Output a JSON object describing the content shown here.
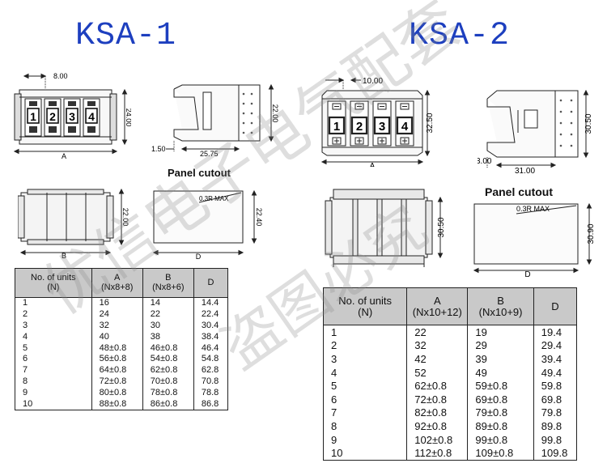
{
  "left": {
    "title": "KSA-1",
    "dims": {
      "pitch": "8.00",
      "height": "24.00",
      "overall": "A",
      "plate_h": "22.00",
      "plate_w": "1.50",
      "body_len": "25.75",
      "side_h": "22.00",
      "bottom_w": "B"
    },
    "digits": [
      "1",
      "2",
      "3",
      "4"
    ],
    "panel": {
      "title": "Panel cutout",
      "radius": "0.3R  MAX",
      "height": "22.40",
      "width": "D"
    },
    "table": {
      "headers": [
        {
          "line1": "No. of units",
          "line2": "(N)"
        },
        {
          "line1": "A",
          "line2": "(Nx8+8)"
        },
        {
          "line1": "B",
          "line2": "(Nx8+6)"
        },
        {
          "line1": "D",
          "line2": ""
        }
      ],
      "rows": [
        [
          "1",
          "16",
          "14",
          "14.4"
        ],
        [
          "2",
          "24",
          "22",
          "22.4"
        ],
        [
          "3",
          "32",
          "30",
          "30.4"
        ],
        [
          "4",
          "40",
          "38",
          "38.4"
        ],
        [
          "5",
          "48±0.8",
          "46±0.8",
          "46.4"
        ],
        [
          "6",
          "56±0.8",
          "54±0.8",
          "54.8"
        ],
        [
          "7",
          "64±0.8",
          "62±0.8",
          "62.8"
        ],
        [
          "8",
          "72±0.8",
          "70±0.8",
          "70.8"
        ],
        [
          "9",
          "80±0.8",
          "78±0.8",
          "78.8"
        ],
        [
          "10",
          "88±0.8",
          "86±0.8",
          "86.8"
        ]
      ]
    }
  },
  "right": {
    "title": "KSA-2",
    "dims": {
      "pitch": "10.00",
      "height": "32.50",
      "overall": "A",
      "side_h": "30.50",
      "plate_w": "3.00",
      "body_len": "31.00",
      "bottom_h": "30.50"
    },
    "digits": [
      "1",
      "2",
      "3",
      "4"
    ],
    "panel": {
      "title": "Panel cutout",
      "radius": "0.3R  MAX",
      "height": "30.90",
      "width": "D"
    },
    "table": {
      "headers": [
        {
          "line1": "No. of units",
          "line2": "(N)"
        },
        {
          "line1": "A",
          "line2": "(Nx10+12)"
        },
        {
          "line1": "B",
          "line2": "(Nx10+9)"
        },
        {
          "line1": "D",
          "line2": ""
        }
      ],
      "rows": [
        [
          "1",
          "22",
          "19",
          "19.4"
        ],
        [
          "2",
          "32",
          "29",
          "29.4"
        ],
        [
          "3",
          "42",
          "39",
          "39.4"
        ],
        [
          "4",
          "52",
          "49",
          "49.4"
        ],
        [
          "5",
          "62±0.8",
          "59±0.8",
          "59.8"
        ],
        [
          "6",
          "72±0.8",
          "69±0.8",
          "69.8"
        ],
        [
          "7",
          "82±0.8",
          "79±0.8",
          "79.8"
        ],
        [
          "8",
          "92±0.8",
          "89±0.8",
          "89.8"
        ],
        [
          "9",
          "102±0.8",
          "99±0.8",
          "99.8"
        ],
        [
          "10",
          "112±0.8",
          "109±0.8",
          "109.8"
        ]
      ]
    }
  },
  "watermark": {
    "line1": "优信电子电气配套",
    "line2": "盗图必究"
  }
}
